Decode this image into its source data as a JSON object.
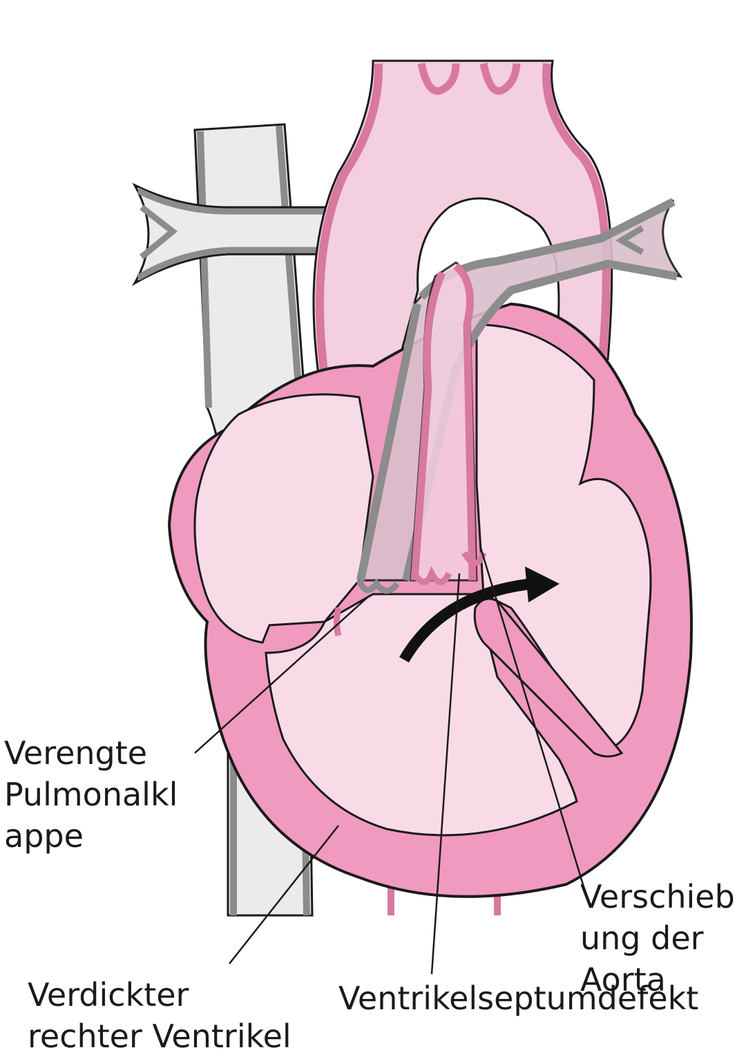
{
  "labels": {
    "pulmonary_valve": [
      "Verengte",
      "Pulmonalkl",
      "appe"
    ],
    "right_ventricle": [
      "Verdickter",
      "rechter Ventrikel"
    ],
    "aorta_shift": [
      "Verschieb",
      "ung der",
      "Aorta"
    ],
    "vsd": [
      "Ventrikelseptumdefekt"
    ]
  },
  "colors": {
    "muscle": "#f09ac0",
    "chamber": "#f9dbe8",
    "aorta_wall": "#d8799f",
    "aorta_fill": "#f3cfdf",
    "vein_wall": "#8c8c8c",
    "vein_fill": "#ebebeb",
    "pulm_fill": "#d9bfcc",
    "outline": "#1a1a1a"
  }
}
